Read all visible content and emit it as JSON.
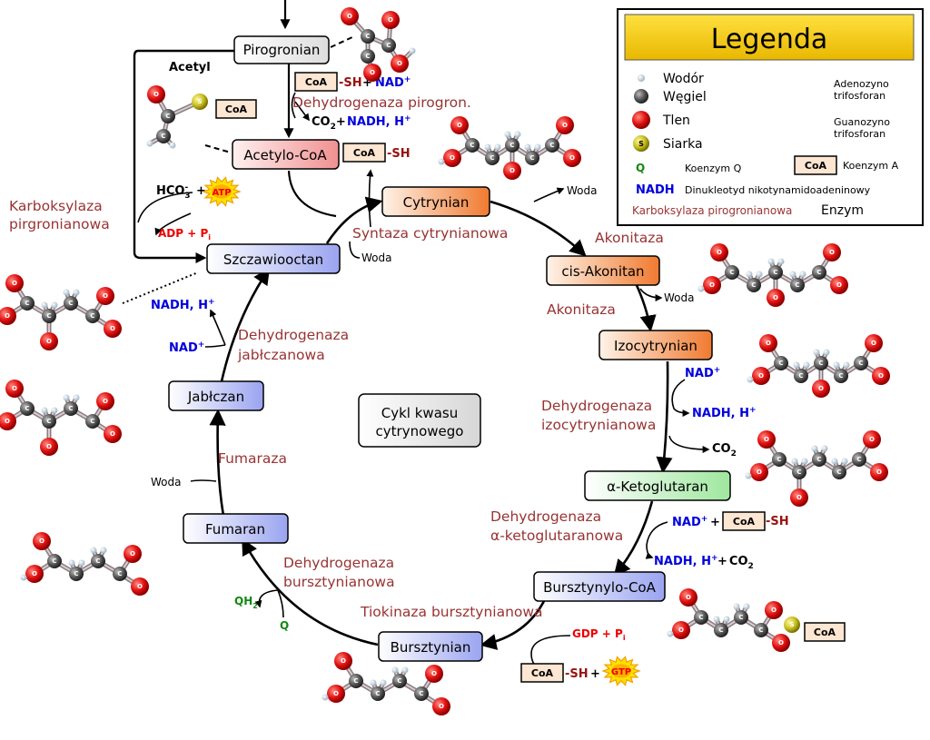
{
  "title": "Cykl kwasu cytrynowego",
  "nodes": {
    "pirogronian": "Pirogronian",
    "acetylo_coa": "Acetylo-CoA",
    "cytrynian": "Cytrynian",
    "cis_akonitan": "cis-Akonitan",
    "izocytrynian": "Izocytrynian",
    "ketoglutaran": "α-Ketoglutaran",
    "bursztynylo_coa": "Bursztynylo-CoA",
    "bursztynian": "Bursztynian",
    "fumaran": "Fumaran",
    "jablczan": "Jabłczan",
    "szczawiooctan": "Szczawiooctan"
  },
  "enzymes": {
    "dehydrogenaza_pirogron": "Dehydrogenaza pirogron.",
    "karboksylaza_1": "Karboksylaza",
    "karboksylaza_2": "pirgronianowa",
    "syntaza": "Syntaza cytrynianowa",
    "akonitaza_1": "Akonitaza",
    "akonitaza_2": "Akonitaza",
    "dh_izocytr_1": "Dehydrogenaza",
    "dh_izocytr_2": "izocytrynianowa",
    "dh_keto_1": "Dehydrogenaza",
    "dh_keto_2": "α-ketoglutaranowa",
    "tiokinaza": "Tiokinaza bursztynianowa",
    "dh_burszt_1": "Dehydrogenaza",
    "dh_burszt_2": "bursztynianowa",
    "fumaraza": "Fumaraza",
    "dh_jablcz_1": "Dehydrogenaza",
    "dh_jablcz_2": "jabłczanowa"
  },
  "cofactors": {
    "coa": "CoA",
    "sh": "-SH",
    "plus": "+",
    "nad_plus": "NAD",
    "nad_sup": "+",
    "co2_nadh": "CO",
    "co2_sub": "2",
    "co2_plus": "+",
    "nadh_h": "NADH, H",
    "nadh_sup": "+",
    "acetyl": "Acetyl",
    "hco3": "HCO",
    "hco3_sub": "3",
    "hco3_sup": "-",
    "atp": "ATP",
    "gtp": "GTP",
    "adp_pi": "ADP + P",
    "pi_sub": "i",
    "gdp_pi": "GDP + P",
    "woda": "Woda",
    "qh2": "QH",
    "qh2_sub": "2",
    "q": "Q",
    "s": "S"
  },
  "legend": {
    "title": "Legenda",
    "wodor": "Wodór",
    "wegiel": "Węgiel",
    "tlen": "Tlen",
    "siarka": "Siarka",
    "q_sym": "Q",
    "q_desc": "Koenzym Q",
    "nadh_sym": "NADH",
    "nadh_desc": "Dinukleotyd nikotynamidoadeninowy",
    "enzyme_example": "Karboksylaza pirogronianowa",
    "enzyme_label": "Enzym",
    "atp_desc_1": "Adenozyno",
    "atp_desc_2": "trifosforan",
    "gtp_desc_1": "Guanozyno",
    "gtp_desc_2": "trifosforan",
    "coa_desc": "Koenzym A"
  },
  "colors": {
    "enzyme": "#993333",
    "nad": "#0000dd",
    "red": "#ee0000",
    "green": "#118811",
    "oxygen": "#e01010",
    "carbon": "#555555",
    "sulfur": "#c8c020",
    "legend_title_bg": "#f2d000",
    "coa_fill": "#fde6d2"
  }
}
